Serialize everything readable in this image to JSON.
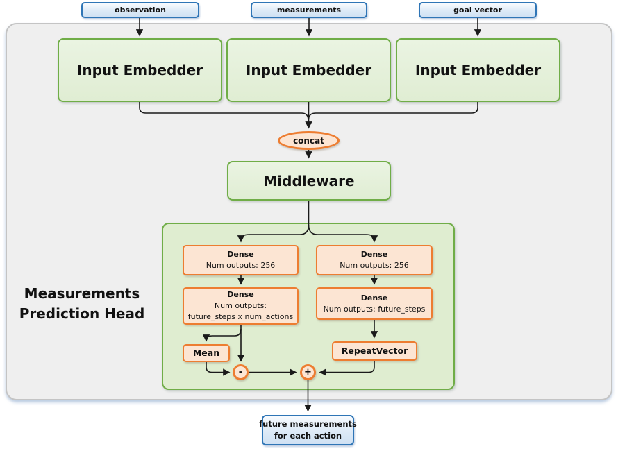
{
  "diagram": {
    "inputs": [
      "observation",
      "measurements",
      "goal vector"
    ],
    "embedder_label": "Input Embedder",
    "concat_label": "concat",
    "middleware_label": "Middleware",
    "head_label": "Measurements Prediction Head",
    "dense_left_1": {
      "title": "Dense",
      "line1": "Num outputs: 256"
    },
    "dense_left_2": {
      "title": "Dense",
      "line1": "Num outputs:",
      "line2": "future_steps x num_actions"
    },
    "dense_right_1": {
      "title": "Dense",
      "line1": "Num outputs: 256"
    },
    "dense_right_2": {
      "title": "Dense",
      "line1": "Num outputs: future_steps"
    },
    "mean_label": "Mean",
    "repeat_vector_label": "RepeatVector",
    "minus_operator": "-",
    "plus_operator": "+",
    "output_line1": "future measurements",
    "output_line2": "for each action"
  },
  "colors": {
    "blue_border": "#2E75B6",
    "blue_fill": "#DCEAF7",
    "green_border": "#70AD47",
    "green_fill": "#E4F0DB",
    "head_container_fill": "#DFEDD0",
    "orange_border": "#ED7D31",
    "orange_fill": "#FCE5D3",
    "outer_frame_fill": "#EFEFEF",
    "outer_frame_border": "#C4C4C4",
    "line_color": "#1A1A1A"
  }
}
